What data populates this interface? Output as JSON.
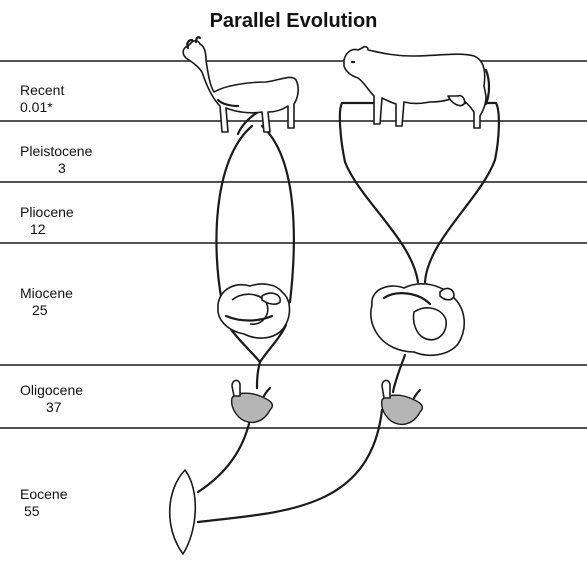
{
  "title": "Parallel Evolution",
  "epochs": [
    {
      "name": "Recent",
      "age": "0.01*"
    },
    {
      "name": "Pleistocene",
      "age": "3"
    },
    {
      "name": "Pliocene",
      "age": "12"
    },
    {
      "name": "Miocene",
      "age": "25"
    },
    {
      "name": "Oligocene",
      "age": "37"
    },
    {
      "name": "Eocene",
      "age": "55"
    }
  ],
  "lineages": [
    {
      "animal": "llama",
      "icon": "llama-illustration"
    },
    {
      "animal": "cow",
      "icon": "cow-illustration"
    }
  ]
}
